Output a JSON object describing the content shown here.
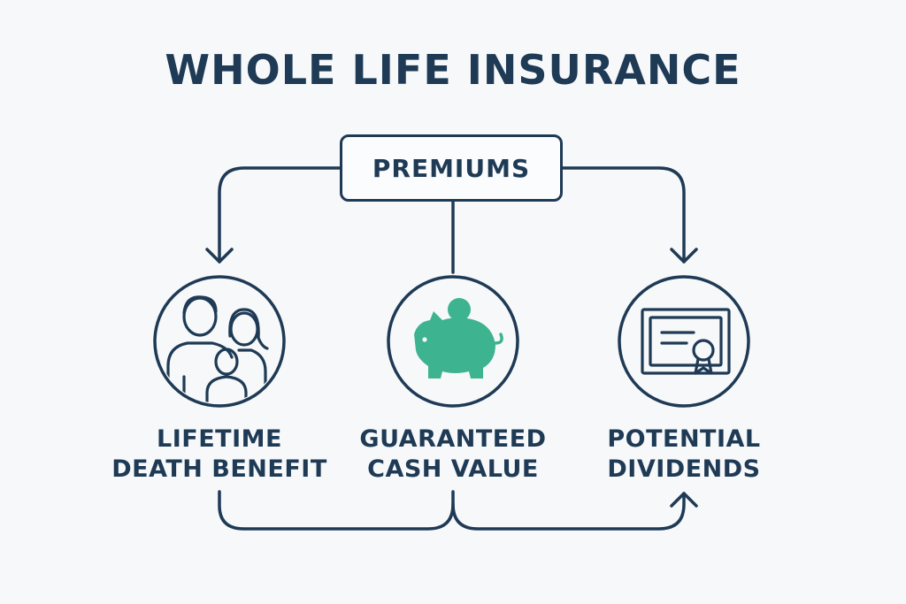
{
  "title": "WHOLE LIFE INSURANCE",
  "source_node": {
    "label": "PREMIUMS"
  },
  "benefits": [
    {
      "line1": "LIFETIME",
      "line2": "DEATH BENEFIT",
      "icon": "family-icon"
    },
    {
      "line1": "GUARANTEED",
      "line2": "CASH VALUE",
      "icon": "piggy-bank-icon"
    },
    {
      "line1": "POTENTIAL",
      "line2": "DIVIDENDS",
      "icon": "certificate-icon"
    }
  ],
  "colors": {
    "ink": "#1e3a55",
    "accent": "#3db38f",
    "background": "#f7f8fa"
  }
}
